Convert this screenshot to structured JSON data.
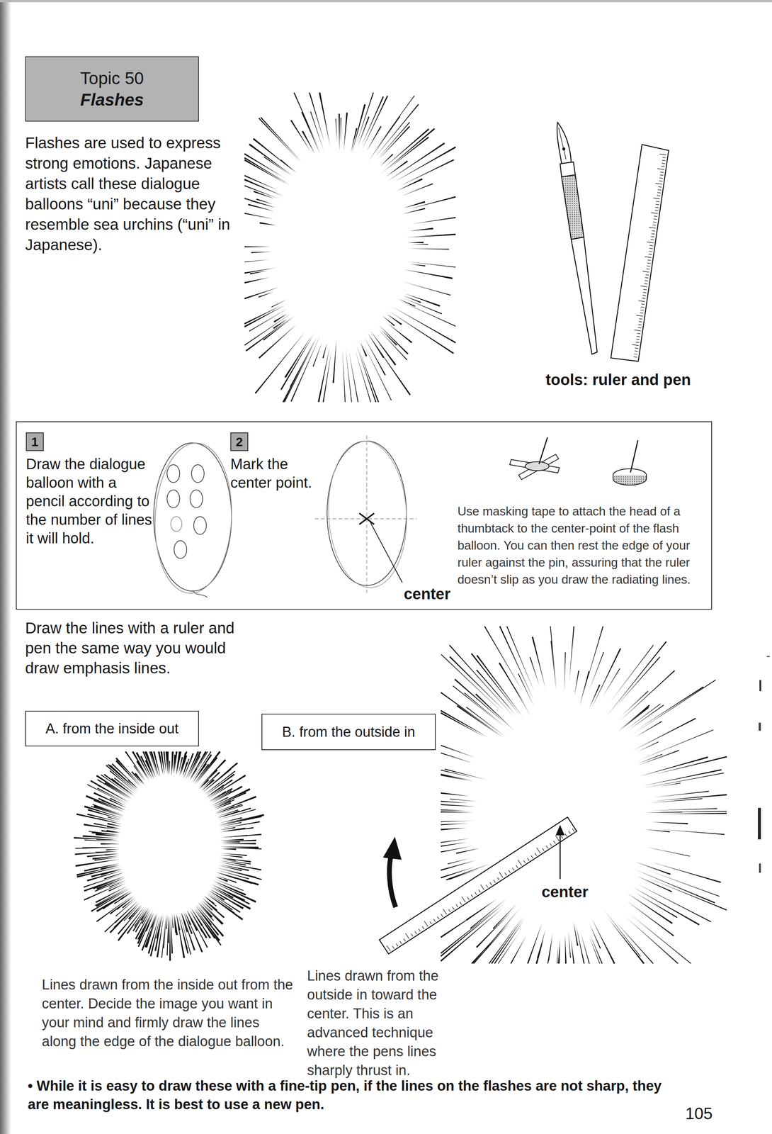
{
  "diagram": {
    "nodes": [
      {
        "text": [
          "Topic 50",
          "Flashes"
        ]
      },
      {
        "text": [
          "Draw the dialogue balloon with a pencil according to the number of lines it will hold.",
          "Mark the center point.",
          "center",
          "Use masking tape to attach the head of a thumbtack to the center-point of the flash balloon. You can then rest the edge of your ruler against the pin, assuring that the ruler doesn’t slip as you draw the radiating lines."
        ]
      },
      {
        "text": [
          "1"
        ],
        "in": 1
      },
      {
        "text": [
          "2"
        ],
        "in": 1
      },
      {
        "text": [
          "A. from the inside out"
        ]
      },
      {
        "text": [
          "B. from the outside in"
        ]
      }
    ],
    "labels": [
      "Flashes are used to express strong emotions. Japanese artists call these dialogue balloons “uni” because they resemble sea urchins (“uni” in Japanese).",
      "tools: ruler and pen",
      "Draw the lines with a ruler and pen the same way you would draw emphasis lines.",
      "center",
      "Lines drawn from the inside out from the center. Decide the image you want in your mind and firmly draw the lines along the edge of the dialogue balloon.",
      "Lines drawn from the outside in toward the center. This is an advanced technique where the pens lines sharply thrust in.",
      "• While it is easy to draw these with a fine-tip pen, if the lines on the flashes are not sharp, they are meaningless. It is best to use a new pen.",
      "105"
    ]
  }
}
